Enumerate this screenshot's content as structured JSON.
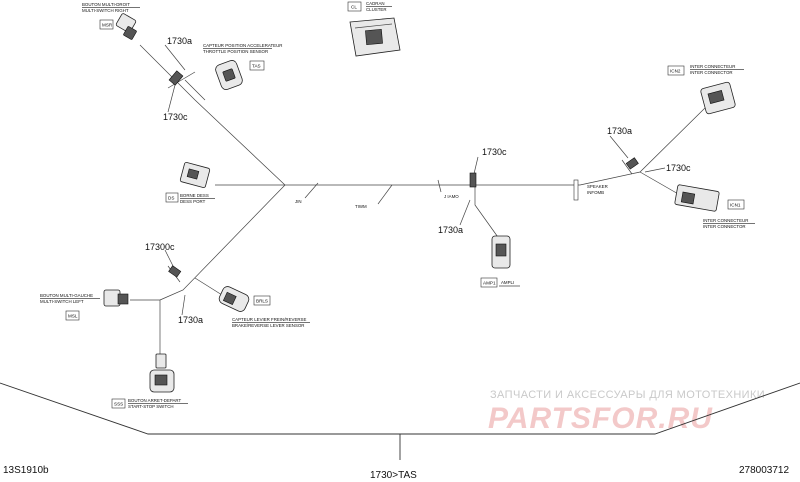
{
  "diagram": {
    "callouts": {
      "c1": "1730a",
      "c2": "1730c",
      "c3": "1730c",
      "c4": "1730a",
      "c5": "1730a",
      "c6": "1730c",
      "c7": "17300c",
      "c8": "1730a"
    },
    "components": {
      "msr": {
        "code": "MSR",
        "label_fr": "BOUTON MULTI-DROIT",
        "label_en": "MULTI-SWITCH RIGHT"
      },
      "tps": {
        "code": "TAS",
        "label_fr": "CAPTEUR POSITION ACCELERATEUR",
        "label_en": "THROTTLE POSITION SENSOR"
      },
      "cluster": {
        "code": "CL",
        "label_fr": "CADRAN",
        "label_en": "CLUSTER"
      },
      "icn2": {
        "code": "ICN2",
        "label_fr": "INTER CONNECTEUR",
        "label_en": "INTER CONNECTOR"
      },
      "icn1": {
        "code": "ICN1",
        "label_fr": "INTER CONNECTEUR",
        "label_en": "INTER CONNECTOR"
      },
      "diag": {
        "code": "DS",
        "label_fr": "BORNE DESS",
        "label_en": "DESS PORT"
      },
      "amp": {
        "code": "AMP1",
        "label": "AMPLI"
      },
      "msl": {
        "code": "MSL",
        "label_fr": "BOUTON MULTI-GAUCHE",
        "label_en": "MULTI-SWITCH LEFT"
      },
      "brake": {
        "code": "BRLS",
        "label_fr": "CAPTEUR LEVIER FREIN/REVERSE",
        "label_en": "BRAKE/REVERSE LEVER SENSOR"
      },
      "sss": {
        "code": "SSS",
        "label_fr": "BOUTON ARRET-DEPART",
        "label_en": "START-STOP SWITCH"
      }
    },
    "wire_marks": {
      "m1": "JIN",
      "m2": "TIWM",
      "m3": "J IAMO",
      "m4": "SPEAKER",
      "m5": "INFOMB"
    },
    "footer": {
      "left_ref": "13S1910b",
      "center_ref": "1730>TAS",
      "right_ref": "278003712"
    }
  },
  "watermark": {
    "line1": "ЗАПЧАСТИ И АКСЕССУАРЫ ДЛЯ МОТОТЕХНИКИ",
    "line2": "PARTSFOR.RU"
  }
}
